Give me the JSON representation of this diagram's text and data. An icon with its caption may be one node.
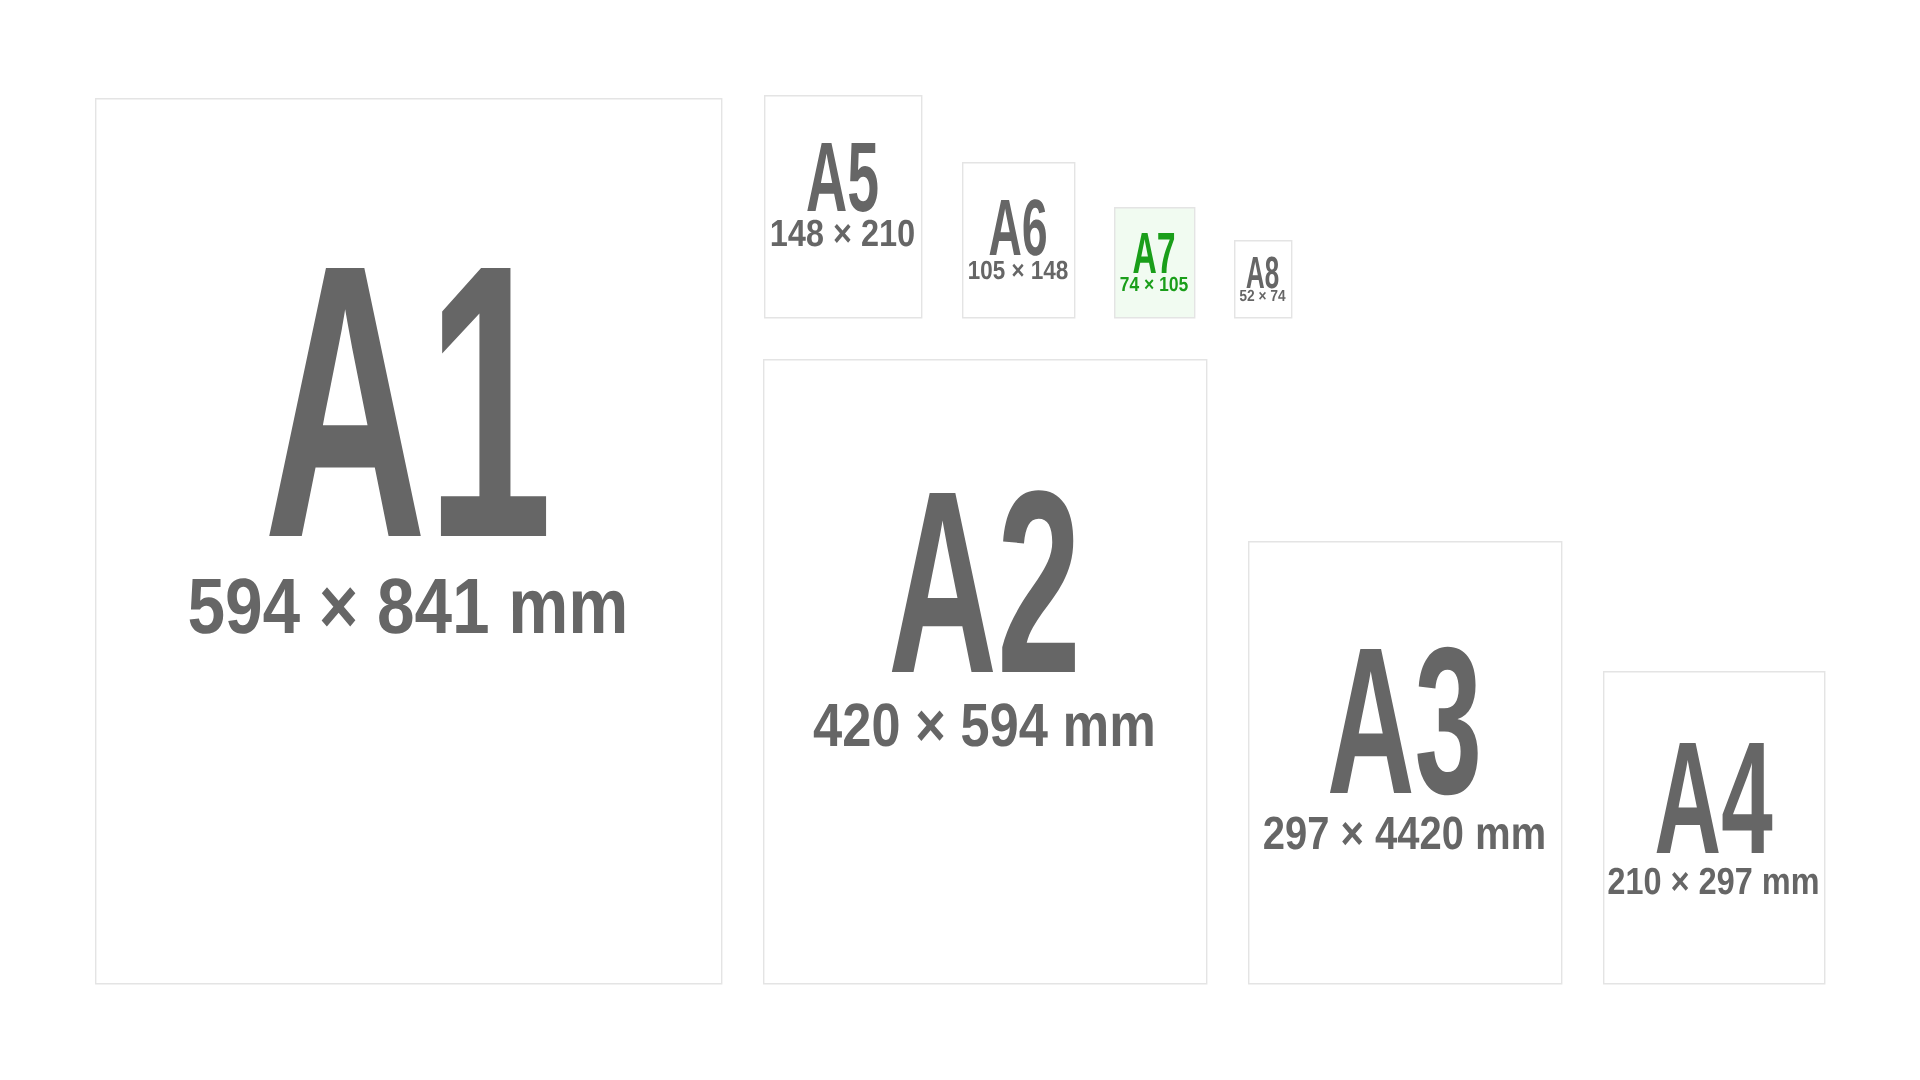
{
  "diagram": {
    "nodes": [
      {
        "text": [
          "A1",
          "594 × 841 mm"
        ]
      },
      {
        "text": [
          "A5",
          "148 × 210"
        ]
      },
      {
        "text": [
          "A6",
          "105 × 148"
        ]
      },
      {
        "text": [
          "A7",
          "74 × 105"
        ]
      },
      {
        "text": [
          "A8",
          "52 × 74"
        ]
      },
      {
        "text": [
          "A2",
          "420 × 594 mm"
        ]
      },
      {
        "text": [
          "A3",
          "297 × 4420 mm"
        ]
      },
      {
        "text": [
          "A4",
          "210 × 297 mm"
        ]
      }
    ]
  }
}
